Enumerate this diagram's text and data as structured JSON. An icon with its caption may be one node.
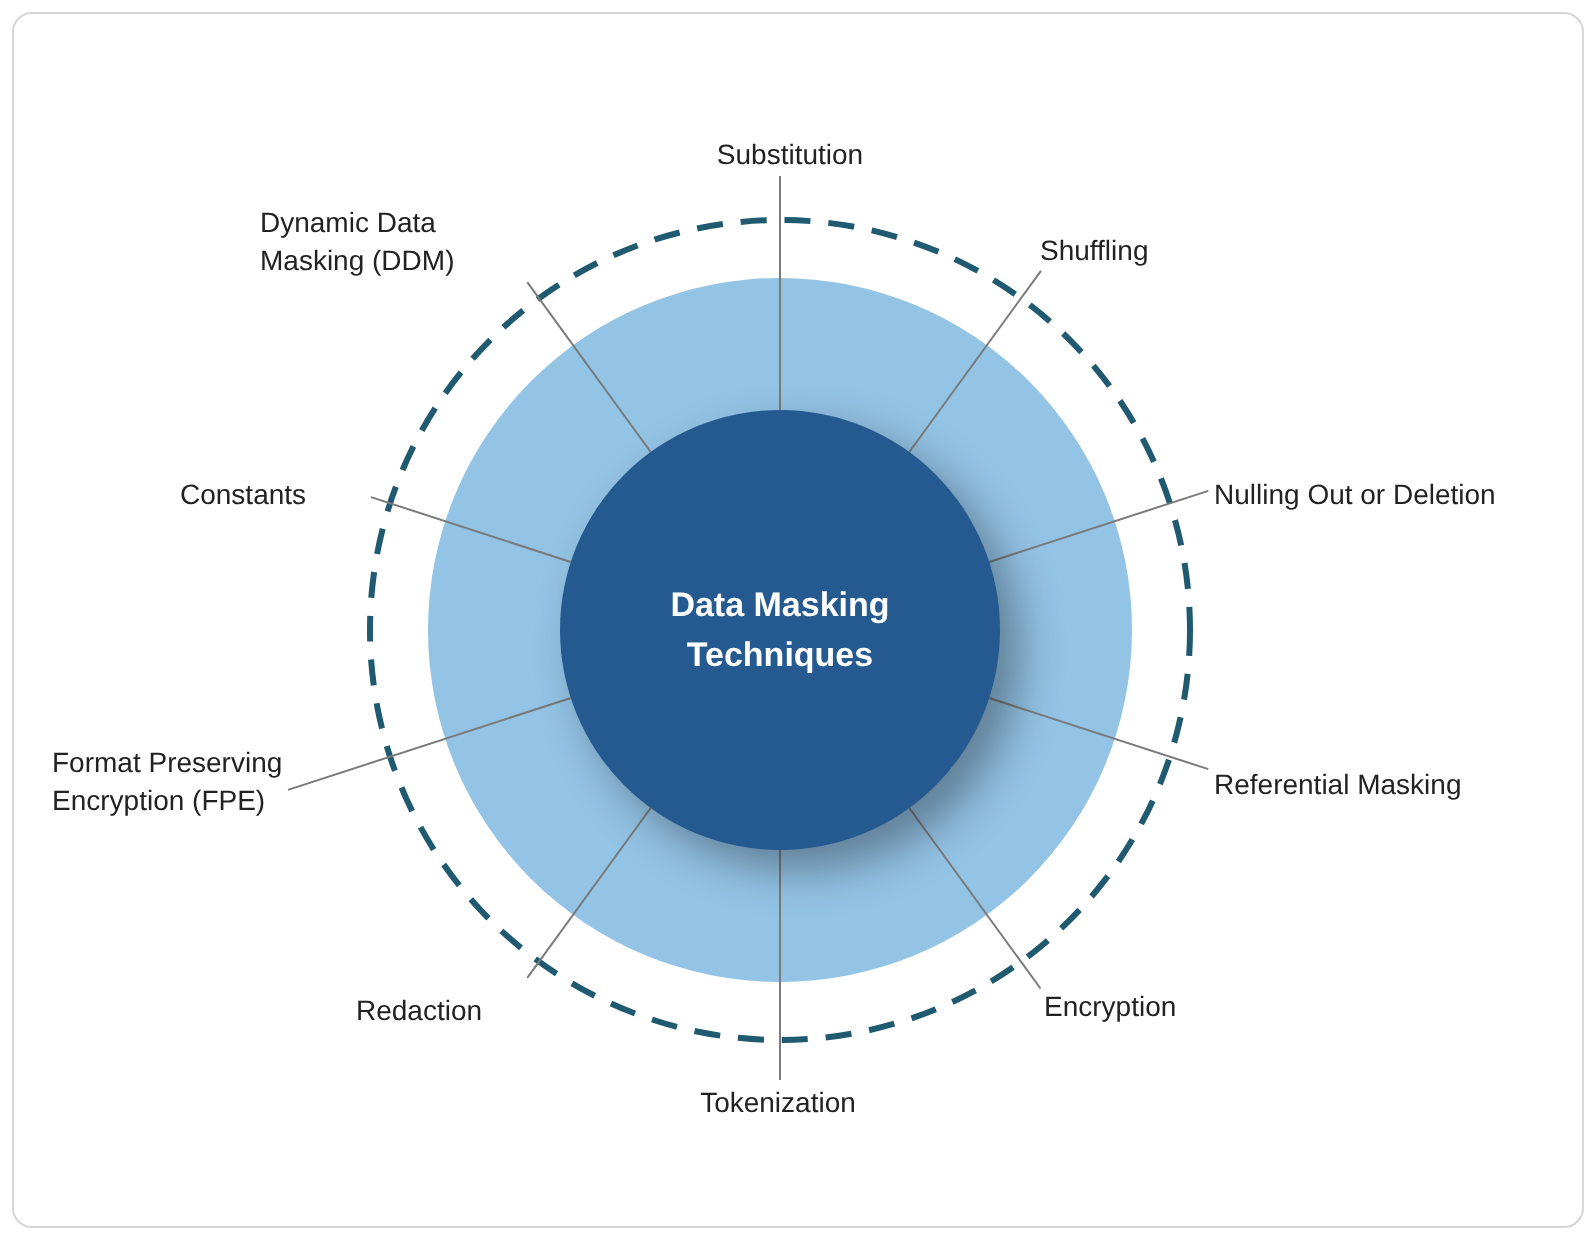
{
  "diagram": {
    "nodes": [
      {
        "text": [
          "Data Masking Techniques"
        ]
      },
      {
        "text": [
          "Substitution"
        ]
      },
      {
        "text": [
          "Shuffling"
        ]
      },
      {
        "text": [
          "Nulling Out or Deletion"
        ]
      },
      {
        "text": [
          "Referential Masking"
        ]
      },
      {
        "text": [
          "Encryption"
        ]
      },
      {
        "text": [
          "Tokenization"
        ]
      },
      {
        "text": [
          "Redaction"
        ]
      },
      {
        "text": [
          "Format Preserving Encryption (FPE)"
        ]
      },
      {
        "text": [
          "Constants"
        ]
      },
      {
        "text": [
          "Dynamic Data Masking (DDM)"
        ]
      }
    ],
    "edges": [
      {
        "from": 0,
        "to": 1,
        "arrow": "none"
      },
      {
        "from": 0,
        "to": 2,
        "arrow": "none"
      },
      {
        "from": 0,
        "to": 3,
        "arrow": "none"
      },
      {
        "from": 0,
        "to": 4,
        "arrow": "none"
      },
      {
        "from": 0,
        "to": 5,
        "arrow": "none"
      },
      {
        "from": 0,
        "to": 6,
        "arrow": "none"
      },
      {
        "from": 0,
        "to": 7,
        "arrow": "none"
      },
      {
        "from": 0,
        "to": 8,
        "arrow": "none"
      },
      {
        "from": 0,
        "to": 9,
        "arrow": "none"
      },
      {
        "from": 0,
        "to": 10,
        "arrow": "none"
      }
    ]
  }
}
